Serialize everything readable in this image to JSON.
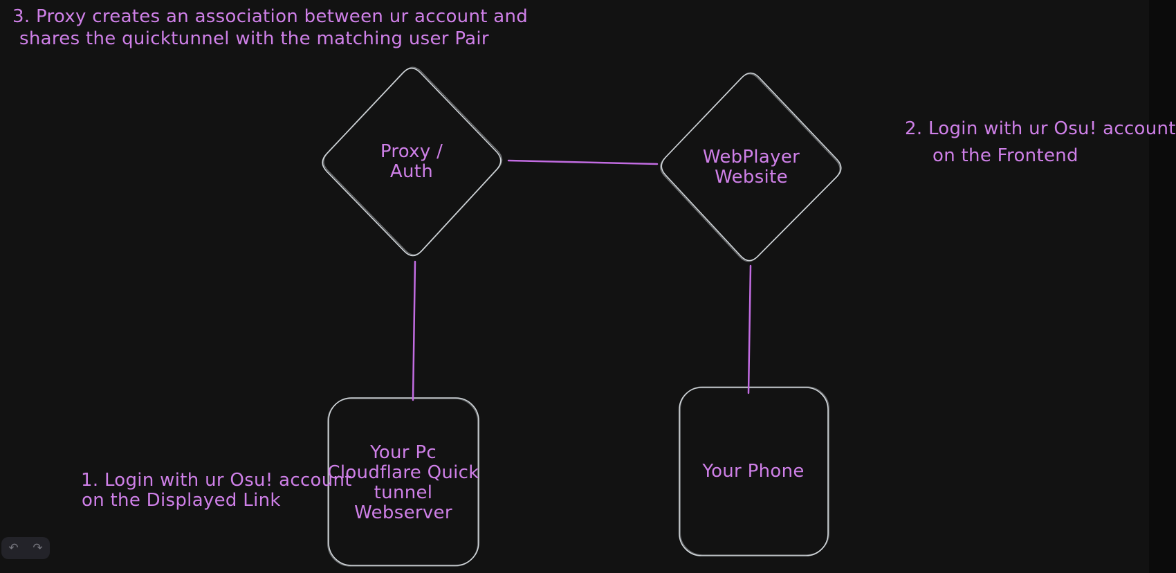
{
  "canvas": {
    "background_color": "#121212",
    "text_color": "#cf80e8",
    "connector_color": "#c26ce2",
    "shape_stroke_color": "#d2d7db"
  },
  "nodes": {
    "proxy_auth": {
      "shape": "diamond",
      "label": "Proxy /\nAuth"
    },
    "webplayer": {
      "shape": "diamond",
      "label": "WebPlayer\nWebsite"
    },
    "pc_tunnel": {
      "shape": "rounded-rectangle",
      "label": "Your Pc\nCloudflare Quick\ntunnel\nWebserver"
    },
    "phone": {
      "shape": "rounded-rectangle",
      "label": "Your Phone"
    }
  },
  "edges": [
    {
      "from": "proxy_auth",
      "to": "webplayer"
    },
    {
      "from": "proxy_auth",
      "to": "pc_tunnel"
    },
    {
      "from": "webplayer",
      "to": "phone"
    }
  ],
  "annotations": {
    "note1": {
      "lines": [
        "1. Login with ur Osu! account",
        "on the Displayed Link"
      ]
    },
    "note2": {
      "lines": [
        "2. Login with ur Osu! account",
        "on the Frontend"
      ]
    },
    "note3": {
      "lines": [
        "3. Proxy creates an association between ur account and",
        "shares the quicktunnel with the matching user Pair"
      ]
    }
  },
  "toolbar": {
    "undo_icon": "↶",
    "redo_icon": "↷"
  }
}
